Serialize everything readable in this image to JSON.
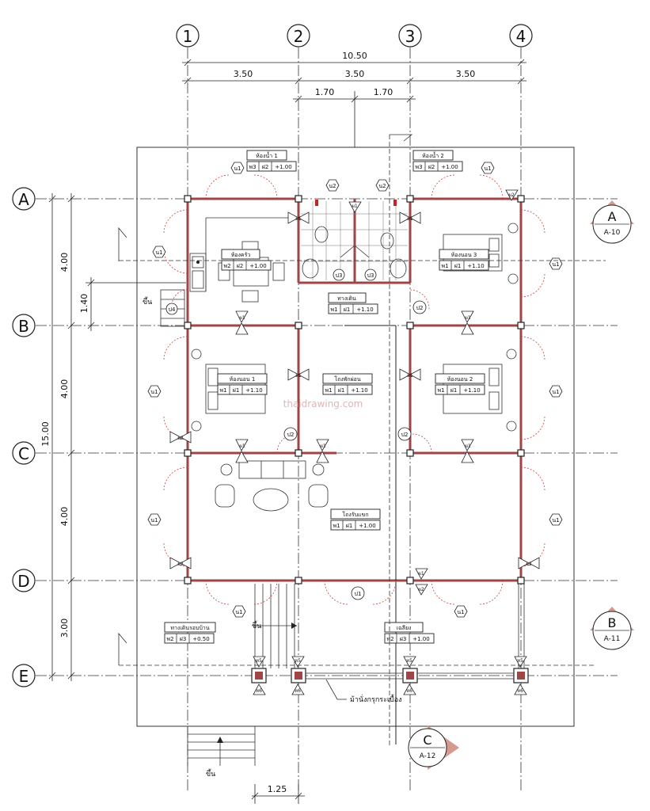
{
  "grid_numbers": [
    "1",
    "2",
    "3",
    "4"
  ],
  "grid_letters": [
    "A",
    "B",
    "C",
    "D",
    "E"
  ],
  "dims_top": {
    "overall": "10.50",
    "bays": [
      "3.50",
      "3.50",
      "3.50"
    ],
    "center": [
      "1.70",
      "1.70"
    ]
  },
  "dims_left": {
    "overall": "15.00",
    "bays": [
      "4.00",
      "4.00",
      "4.00",
      "3.00"
    ],
    "stair": "1.40"
  },
  "dim_bottom": "1.25",
  "rooms": [
    {
      "name": "ห้องน้ำ 1",
      "codes": [
        "พ3",
        "ฝ2",
        "+1.00"
      ]
    },
    {
      "name": "ห้องน้ำ 2",
      "codes": [
        "พ3",
        "ฝ2",
        "+1.00"
      ]
    },
    {
      "name": "ห้องครัว",
      "codes": [
        "พ2",
        "ฝ2",
        "+1.00"
      ]
    },
    {
      "name": "ห้องนอน 3",
      "codes": [
        "พ1",
        "ฝ1",
        "+1.10"
      ]
    },
    {
      "name": "ทางเดิน",
      "codes": [
        "พ1",
        "ฝ1",
        "+1.10"
      ]
    },
    {
      "name": "ห้องนอน 1",
      "codes": [
        "พ1",
        "ฝ1",
        "+1.10"
      ]
    },
    {
      "name": "โถงพักผ่อน",
      "codes": [
        "พ1",
        "ฝ1",
        "+1.10"
      ]
    },
    {
      "name": "ห้องนอน 2",
      "codes": [
        "พ1",
        "ฝ1",
        "+1.10"
      ]
    },
    {
      "name": "โถงรับแขก",
      "codes": [
        "พ1",
        "ฝ1",
        "+1.00"
      ]
    },
    {
      "name": "ทางเดินรอบบ้าน",
      "codes": [
        "พ2",
        "ฝ3",
        "+0.50"
      ]
    },
    {
      "name": "เฉลียง",
      "codes": [
        "พ2",
        "ฝ3",
        "+1.00"
      ]
    }
  ],
  "section_markers": [
    {
      "letter": "A",
      "sheet": "A-10"
    },
    {
      "letter": "B",
      "sheet": "A-11"
    },
    {
      "letter": "C",
      "sheet": "A-12"
    }
  ],
  "labels": {
    "watermark": "thaidrawing.com",
    "up": "ขึ้น",
    "bench": "ม้านั่งกรุกระเบื้อง"
  },
  "tags": {
    "window": "น1",
    "door_wood": "ป1",
    "door_wood2": "ป2",
    "door_bath": "ป3",
    "door_bath2": "ป4",
    "w_bath": "น2",
    "w_high": "น3",
    "p_sign": "ผ1",
    "p_sign2": "ผ2",
    "post": "ห5",
    "post2": "ห6"
  }
}
